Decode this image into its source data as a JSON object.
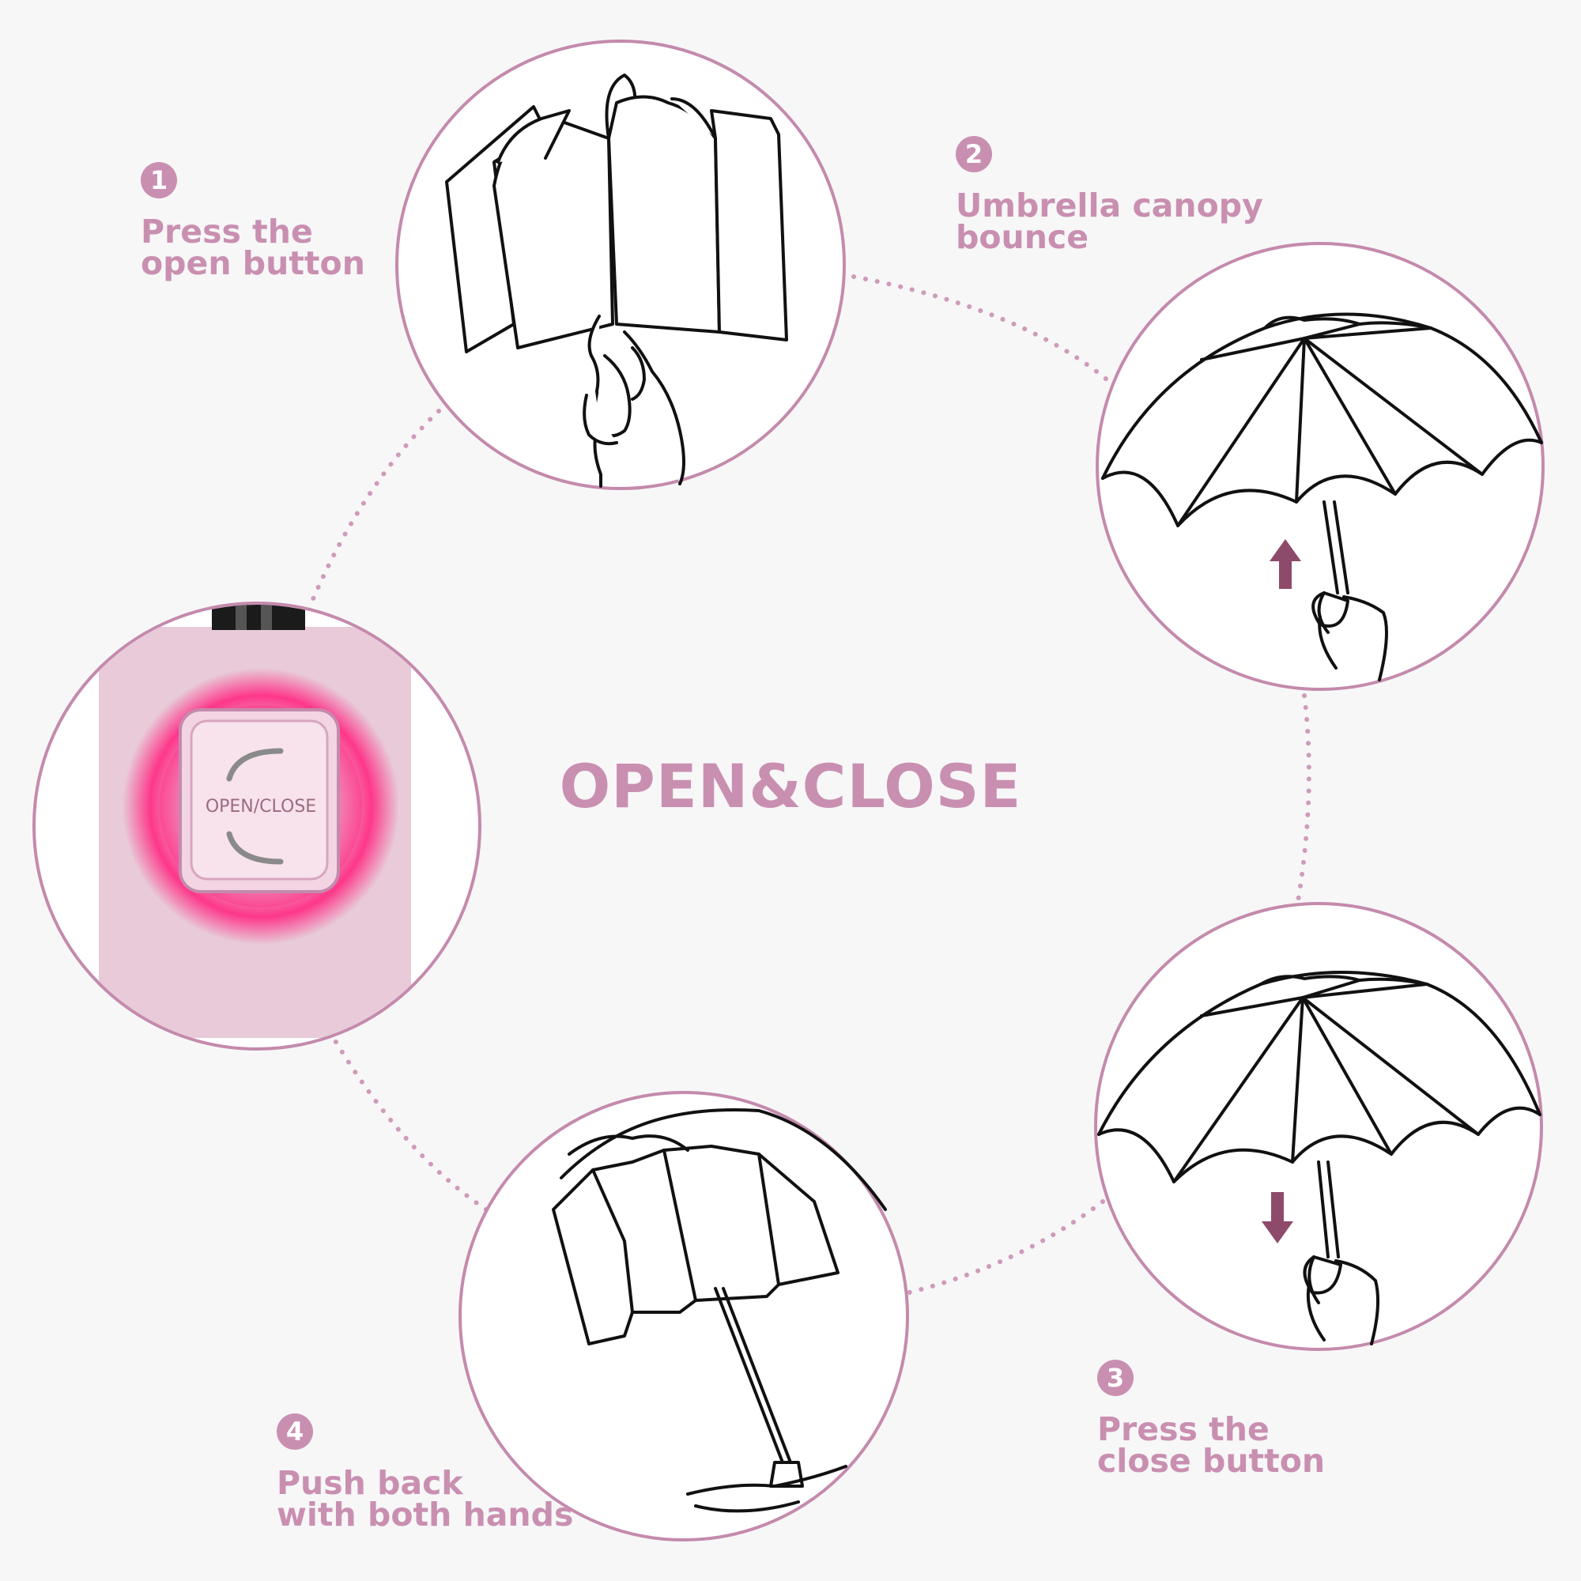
{
  "title": "OPEN&CLOSE",
  "colors": {
    "accent": "#c98fb1",
    "ring": "#c48aac",
    "dots": "#cf9bba",
    "arrow": "#8e4a6b",
    "glow": "#ff2f86",
    "handle": "#e8cad8",
    "background": "#f7f7f7"
  },
  "steps": [
    {
      "number": "1",
      "lines": [
        "Press the",
        "open button"
      ]
    },
    {
      "number": "2",
      "lines": [
        "Umbrella canopy",
        "bounce"
      ]
    },
    {
      "number": "3",
      "lines": [
        "Press the",
        "close button"
      ]
    },
    {
      "number": "4",
      "lines": [
        "Push back",
        "with both hands"
      ]
    }
  ],
  "button_label": "OPEN/CLOSE",
  "icons": [
    "folded-umbrella-hand-icon",
    "open-umbrella-arrow-up-icon",
    "open-umbrella-arrow-down-icon",
    "closing-umbrella-two-hands-icon",
    "open-close-button-icon"
  ]
}
